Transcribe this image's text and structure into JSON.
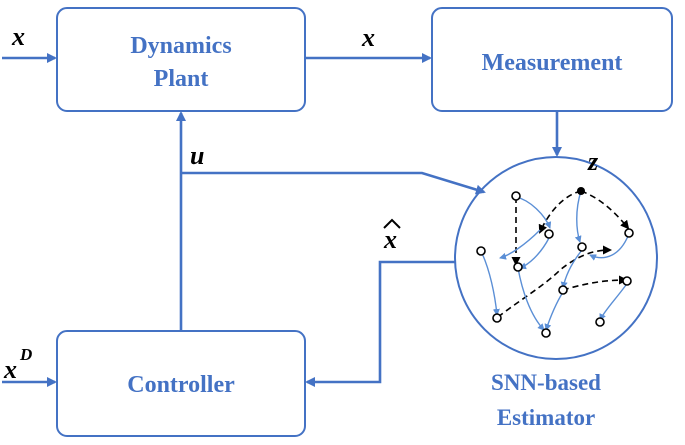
{
  "blocks": {
    "dynamics_plant": {
      "line1": "Dynamics",
      "line2": "Plant"
    },
    "measurement": {
      "label": "Measurement"
    },
    "controller": {
      "label": "Controller"
    }
  },
  "estimator": {
    "line1": "SNN-based",
    "line2": "Estimator"
  },
  "signals": {
    "x_input": "x",
    "x_state": "x",
    "u": "u",
    "z": "z",
    "x_hat": "x",
    "x_desired": "x",
    "x_desired_sup": "D"
  },
  "colors": {
    "accent": "#4472c4",
    "text": "#000000",
    "link": "#5b8fd6"
  }
}
